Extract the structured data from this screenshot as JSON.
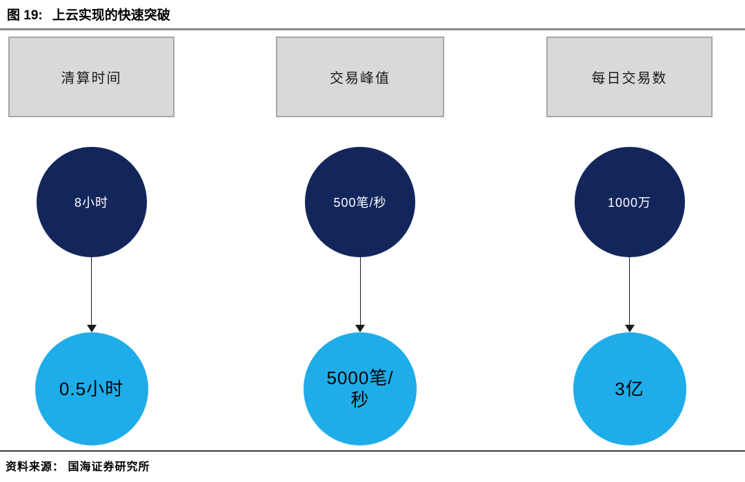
{
  "title": {
    "prefix": "图 19:",
    "text": "上云实现的快速突破"
  },
  "footer": {
    "source": "资料来源： 国海证券研究所"
  },
  "colors": {
    "dark-circle": "#13265c",
    "light-circle": "#1fade9",
    "header-box-bg": "#d9d9d9",
    "header-box-border": "#a6a6a6",
    "title-rule": "#8a8a8a",
    "footer-rule": "#3d3d3d",
    "arrow": "#1a1a1a"
  },
  "columns": [
    {
      "header": "清算时间",
      "before": "8小时",
      "after": "0.5小时"
    },
    {
      "header": "交易峰值",
      "before": "500笔/秒",
      "after": "5000笔/秒"
    },
    {
      "header": "每日交易数",
      "before": "1000万",
      "after": "3亿"
    }
  ]
}
